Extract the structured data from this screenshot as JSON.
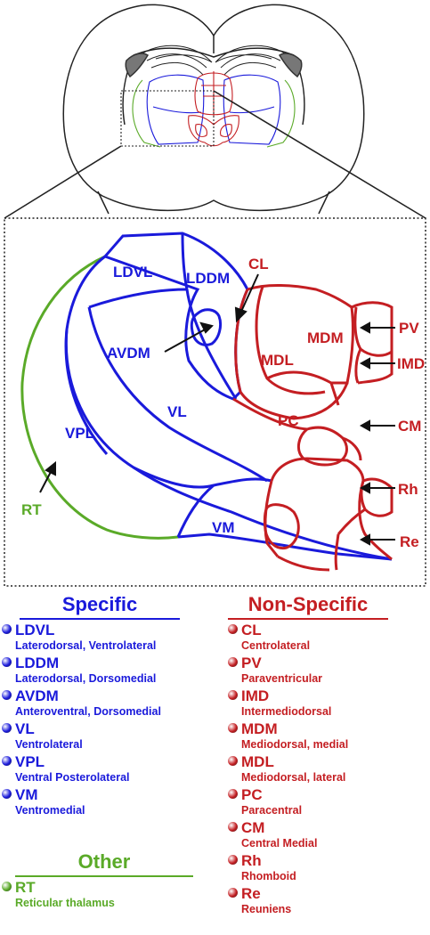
{
  "colors": {
    "specific": "#1a1adb",
    "nonspecific": "#c41e22",
    "other": "#5aaa28",
    "outline": "#222222"
  },
  "diagram_labels": {
    "LDVL": "LDVL",
    "LDDM": "LDDM",
    "CL": "CL",
    "AVDM": "AVDM",
    "MDM": "MDM",
    "MDL": "MDL",
    "PV": "PV",
    "IMD": "IMD",
    "VL": "VL",
    "VPL": "VPL",
    "PC": "PC",
    "CM": "CM",
    "RT": "RT",
    "Rh": "Rh",
    "VM": "VM",
    "Re": "Re"
  },
  "legend": {
    "specific": {
      "title": "Specific",
      "items": [
        {
          "abbr": "LDVL",
          "full": "Laterodorsal, Ventrolateral"
        },
        {
          "abbr": "LDDM",
          "full": "Laterodorsal, Dorsomedial"
        },
        {
          "abbr": "AVDM",
          "full": "Anteroventral, Dorsomedial"
        },
        {
          "abbr": "VL",
          "full": "Ventrolateral"
        },
        {
          "abbr": "VPL",
          "full": "Ventral Posterolateral"
        },
        {
          "abbr": "VM",
          "full": "Ventromedial"
        }
      ]
    },
    "other": {
      "title": "Other",
      "items": [
        {
          "abbr": "RT",
          "full": "Reticular thalamus"
        }
      ]
    },
    "nonspecific": {
      "title": "Non-Specific",
      "items": [
        {
          "abbr": "CL",
          "full": "Centrolateral"
        },
        {
          "abbr": "PV",
          "full": "Paraventricular"
        },
        {
          "abbr": "IMD",
          "full": "Intermediodorsal"
        },
        {
          "abbr": "MDM",
          "full": "Mediodorsal, medial"
        },
        {
          "abbr": "MDL",
          "full": "Mediodorsal, lateral"
        },
        {
          "abbr": "PC",
          "full": "Paracentral"
        },
        {
          "abbr": "CM",
          "full": "Central Medial"
        },
        {
          "abbr": "Rh",
          "full": "Rhomboid"
        },
        {
          "abbr": "Re",
          "full": "Reuniens"
        }
      ]
    }
  }
}
